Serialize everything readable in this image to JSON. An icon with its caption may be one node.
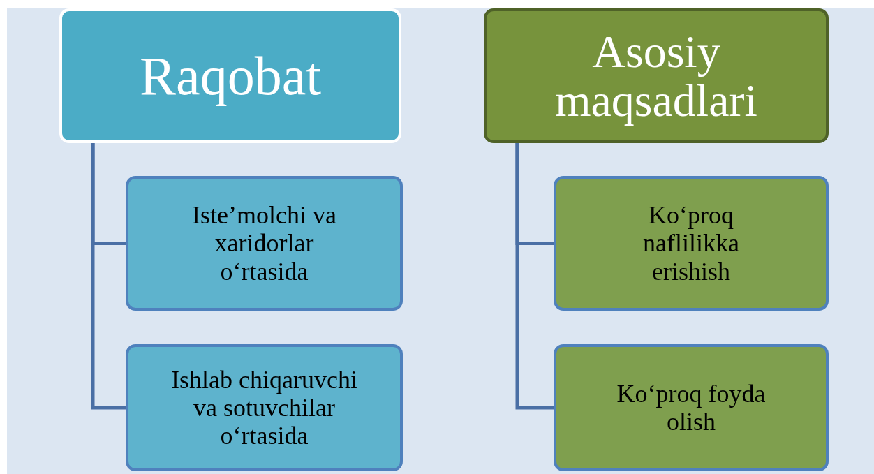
{
  "diagram": {
    "nodes": [
      {
        "text": [
          "Raqobat"
        ]
      },
      {
        "text": [
          "Iste’molchi va xaridorlar o‘rtasida"
        ]
      },
      {
        "text": [
          "Ishlab chiqaruvchi va sotuvchilar o‘rtasida"
        ]
      },
      {
        "text": [
          "Asosiy maqsadlari"
        ]
      },
      {
        "text": [
          "Ko‘proq naflilikka erishish"
        ]
      },
      {
        "text": [
          "Ko‘proq foyda olish"
        ]
      }
    ],
    "edges": [
      {
        "from": 0,
        "to": 1,
        "arrow": "none"
      },
      {
        "from": 0,
        "to": 2,
        "arrow": "none"
      },
      {
        "from": 3,
        "to": 4,
        "arrow": "none"
      },
      {
        "from": 3,
        "to": 5,
        "arrow": "none"
      }
    ]
  }
}
